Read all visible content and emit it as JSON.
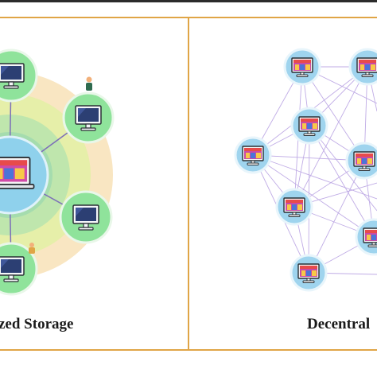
{
  "left_panel": {
    "label": "zed Storage",
    "colors": {
      "ring_outer": "#f8e2b7",
      "ring_mid": "#d7ef9b",
      "ring_inner": "#9ed8a5",
      "node_fill": "#8fe39b",
      "node_border": "#e9f7e9",
      "hub_fill": "#8fd1ec",
      "link": "#7c6fb8"
    },
    "nodes": [
      "top-left-computer",
      "top-right-computer",
      "center-laptop",
      "right-computer",
      "bottom-left-computer"
    ]
  },
  "right_panel": {
    "label": "Decentral",
    "colors": {
      "node_fill": "#9fd4ee",
      "node_border": "#e8f5fb",
      "mesh_link": "#b9a3e3"
    },
    "node_count": 10
  },
  "frame": {
    "border_color": "#e0a546",
    "top_bar_color": "#2b2b2b"
  }
}
